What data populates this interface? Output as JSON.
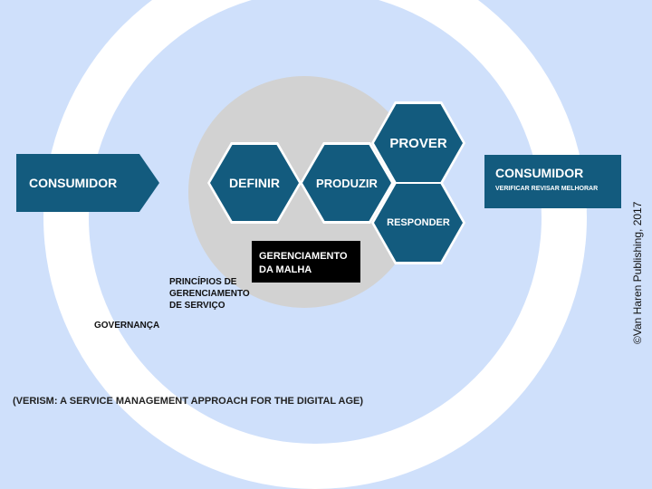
{
  "consumer_left": "CONSUMIDOR",
  "consumer_right": {
    "title": "CONSUMIDOR",
    "subtitle": "VERIFICAR REVISAR MELHORAR"
  },
  "hexagons": {
    "definir": "DEFINIR",
    "produzir": "PRODUZIR",
    "prover": "PROVER",
    "responder": "RESPONDER"
  },
  "mesh": {
    "line1": "GERENCIAMENTO",
    "line2": "DA MALHA"
  },
  "principles": {
    "line1": "PRINCÍPIOS DE",
    "line2": "GERENCIAMENTO",
    "line3": "DE SERVIÇO"
  },
  "governance": "GOVERNANÇA",
  "footer": "(VERISM: A SERVICE MANAGEMENT APPROACH FOR THE DIGITAL AGE)",
  "copyright": "©Van Haren Publishing, 2017",
  "colors": {
    "hex_blue": "#135b7e",
    "ring_blue": "#cfe0fb",
    "core_gray": "#d2d2d2"
  }
}
